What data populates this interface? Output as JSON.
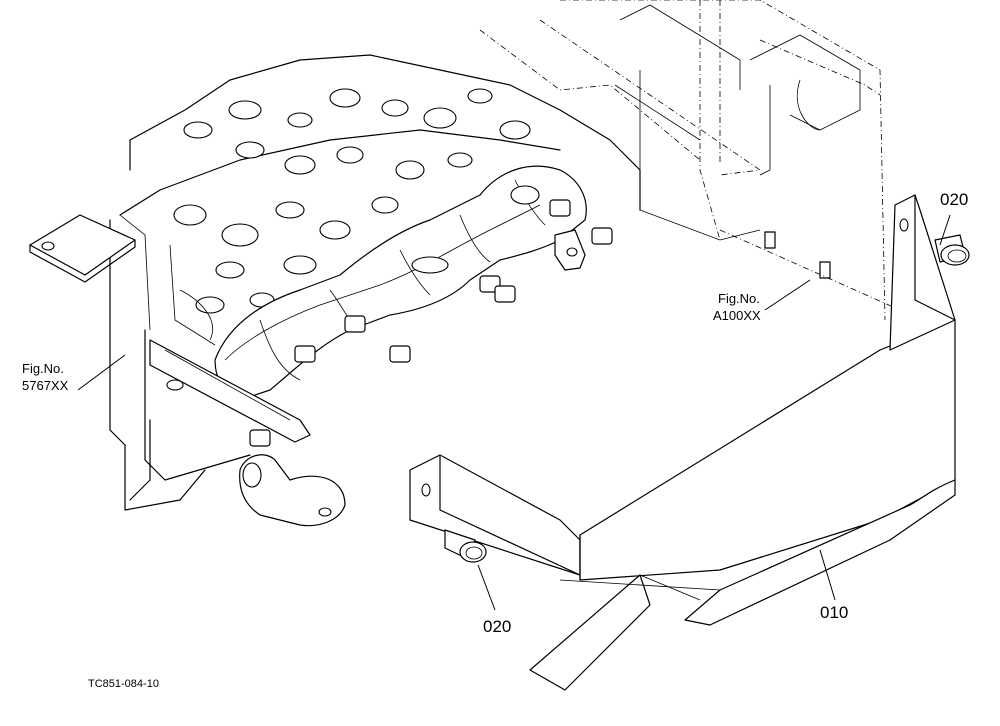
{
  "parts": [
    {
      "callout": "010"
    },
    {
      "callout": "020"
    },
    {
      "callout": "020"
    }
  ],
  "references": [
    {
      "line1": "Fig.No.",
      "line2": "5767XX"
    },
    {
      "line1": "Fig.No.",
      "line2": "A100XX"
    }
  ],
  "drawing_code": "TC851-084-10"
}
